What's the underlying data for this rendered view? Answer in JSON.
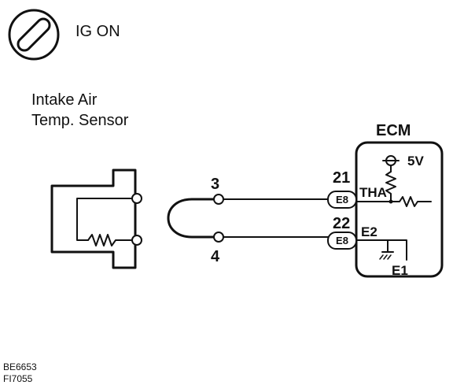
{
  "ignition": {
    "icon": "ignition-key-icon",
    "label": "IG ON"
  },
  "sensor": {
    "label_line1": "Intake Air",
    "label_line2": "Temp. Sensor"
  },
  "sensor_pins": {
    "upper": "3",
    "lower": "4"
  },
  "ecm": {
    "title": "ECM",
    "supply": "5V",
    "pin_tha": "21",
    "pin_e2": "22",
    "connector_tha": "E8",
    "connector_e2": "E8",
    "signal_tha": "THA",
    "signal_e2": "E2",
    "ground": "E1"
  },
  "figure_codes": {
    "line1": "BE6653",
    "line2": "FI7055"
  }
}
